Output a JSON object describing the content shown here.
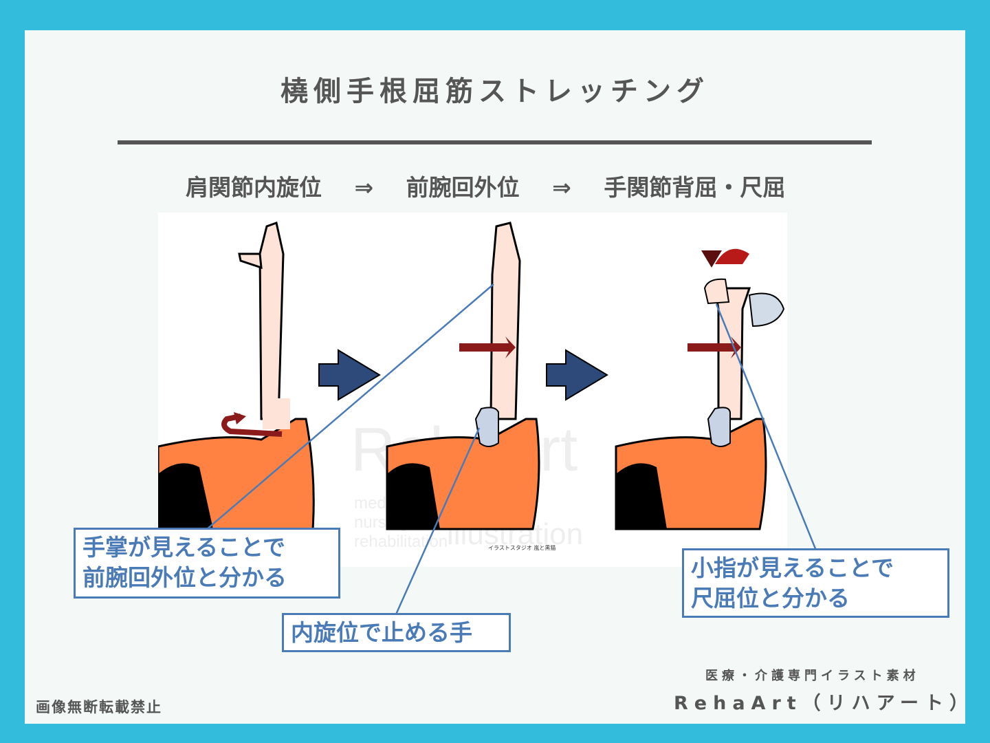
{
  "title": "橈側手根屈筋ストレッチング",
  "steps": [
    {
      "label": "肩関節内旋位"
    },
    {
      "label": "前腕回外位"
    },
    {
      "label": "手関節背屈・尺屈"
    }
  ],
  "step_separator": "⇒",
  "illustration": {
    "panels": [
      {
        "name": "shoulder-internal-rotation",
        "arm": "raised-open-palm-side",
        "rotation_arrow": "internal"
      },
      {
        "name": "forearm-supination",
        "arm": "raised-palm-facing",
        "rotation_arrow": "external",
        "holding_hand": true
      },
      {
        "name": "wrist-dorsiflexion-ulnar-flexion",
        "arm": "raised-fist-bent",
        "rotation_arrow": "external",
        "curved_arrow": true,
        "holding_hand": true
      }
    ],
    "watermark_main": "RehaArt",
    "watermark_lines": [
      "medical care",
      "nursing care",
      "rehabilitation"
    ],
    "watermark_illustration": "illustration",
    "credit_small": "イラストスタジオ 嵐と黒猫",
    "colors": {
      "shirt": "#ff8243",
      "skin": "#fde3d8",
      "hair": "#000000",
      "glove": "#c9d3e6",
      "rotation_arrow": "#8b1a1a",
      "step_arrow": "#2d4a7a",
      "leader_line": "#4a7bb7"
    }
  },
  "callouts": [
    {
      "lines": [
        "手掌が見えることで",
        "前腕回外位と分かる"
      ]
    },
    {
      "lines": [
        "内旋位で止める手"
      ]
    },
    {
      "lines": [
        "小指が見えることで",
        "尺屈位と分かる"
      ]
    }
  ],
  "footer": {
    "subtitle": "医療・介護専門イラスト素材",
    "brand": "RehaArt（リハアート）",
    "notice": "画像無断転載禁止"
  },
  "colors": {
    "frame": "#34bcdd",
    "panel": "#f4f9f7",
    "text": "#555555",
    "accent": "#4a7bb7"
  }
}
